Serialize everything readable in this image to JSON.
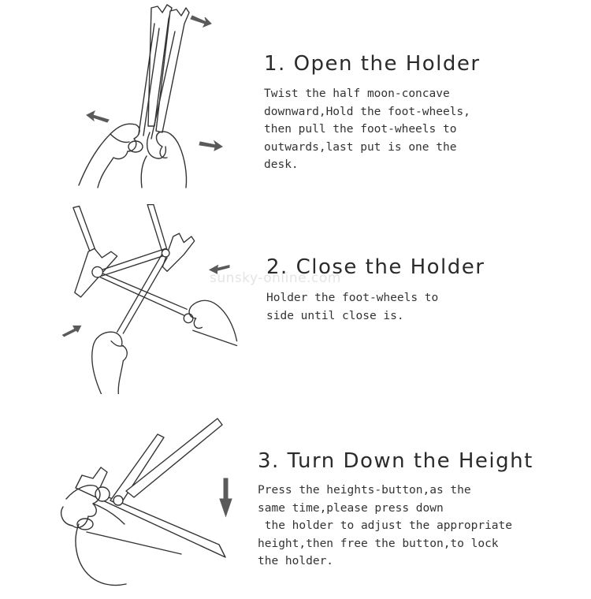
{
  "watermark": "sunsky-online.com",
  "steps": [
    {
      "title": "1. Open the Holder",
      "description": "Twist the half moon-concave\ndownward,Hold the foot-wheels,\nthen pull the foot-wheels to\noutwards,last put is one the\ndesk.",
      "illustration_icon": "open-holder-hands-icon"
    },
    {
      "title": "2.  Close the Holder",
      "description": "Holder the foot-wheels to\nside until close is.",
      "illustration_icon": "close-holder-hands-icon"
    },
    {
      "title": "3.  Turn Down the Height",
      "description": "Press the heights-button,as the\nsame time,please press down\n the holder to adjust the appropriate\nheight,then free the button,to lock\nthe holder.",
      "illustration_icon": "turn-down-height-hands-icon"
    }
  ],
  "colors": {
    "text": "#2b2b2b",
    "line_art": "#333333",
    "arrow": "#5a5a5a",
    "watermark": "#e4e4e4"
  }
}
